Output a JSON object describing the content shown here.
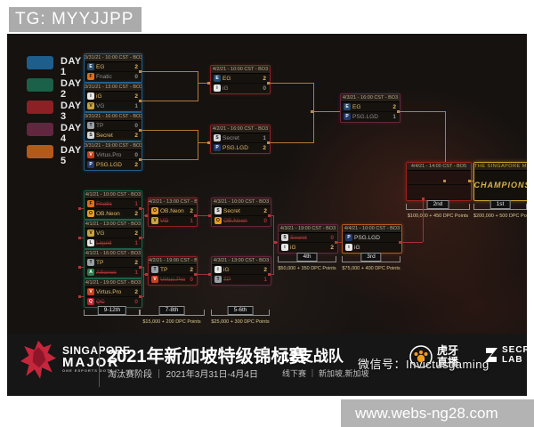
{
  "watermarks": {
    "tg": "TG: MYYJJPP",
    "wechat": "微信号：Invictusgaming",
    "site": "www.webs-ng28.com"
  },
  "legend": {
    "items": [
      {
        "label": "DAY 1",
        "color": "#1e5e8c"
      },
      {
        "label": "DAY 2",
        "color": "#1b6048"
      },
      {
        "label": "DAY 3",
        "color": "#8c2025"
      },
      {
        "label": "DAY 4",
        "color": "#63263f"
      },
      {
        "label": "DAY 5",
        "color": "#b4591c"
      }
    ]
  },
  "teams": {
    "EG": {
      "name": "EG",
      "color": "#274b6d",
      "fg": "#ffffff"
    },
    "Fnatic": {
      "name": "Fnatic",
      "color": "#e07018",
      "fg": "#111111"
    },
    "iG": {
      "name": "iG",
      "color": "#e8e8e8",
      "fg": "#111111"
    },
    "VG": {
      "name": "VG",
      "color": "#caa43c",
      "fg": "#111111"
    },
    "TP": {
      "name": "TP",
      "color": "#9aa0a8",
      "fg": "#111111"
    },
    "Secret": {
      "name": "Secret",
      "color": "#d8d8d8",
      "fg": "#111111"
    },
    "VP": {
      "name": "Virtus.Pro",
      "color": "#c8401e",
      "fg": "#ffffff"
    },
    "LGD": {
      "name": "PSG.LGD",
      "color": "#23396e",
      "fg": "#ffffff"
    },
    "Neon": {
      "name": "OB.Neon",
      "color": "#e89c28",
      "fg": "#111111"
    },
    "Liquid": {
      "name": "Liquid",
      "color": "#e6e6e6",
      "fg": "#111111"
    },
    "Alliance": {
      "name": "Alliance",
      "color": "#2f7d4f",
      "fg": "#ffffff"
    },
    "QC": {
      "name": "QC",
      "color": "#b02a30",
      "fg": "#ffffff"
    }
  },
  "bracket": {
    "matches": {
      "ubqf1": {
        "header": "3/31/21 - 10:00 CST - BO3",
        "teams": [
          {
            "team": "EG",
            "score": "2",
            "state": "w"
          },
          {
            "team": "Fnatic",
            "score": "0",
            "state": "l"
          }
        ]
      },
      "ubqf2": {
        "header": "3/31/21 - 13:00 CST - BO3",
        "teams": [
          {
            "team": "iG",
            "score": "2",
            "state": "w"
          },
          {
            "team": "VG",
            "score": "1",
            "state": "l"
          }
        ]
      },
      "ubqf3": {
        "header": "3/31/21 - 16:00 CST - BO3",
        "teams": [
          {
            "team": "TP",
            "score": "0",
            "state": "l"
          },
          {
            "team": "Secret",
            "score": "2",
            "state": "w"
          }
        ]
      },
      "ubqf4": {
        "header": "3/31/21 - 19:00 CST - BO3",
        "teams": [
          {
            "team": "VP",
            "score": "0",
            "state": "l"
          },
          {
            "team": "LGD",
            "score": "2",
            "state": "w"
          }
        ]
      },
      "ubsf1": {
        "header": "4/2/21 - 10:00 CST - BO3",
        "teams": [
          {
            "team": "EG",
            "score": "2",
            "state": "w"
          },
          {
            "team": "iG",
            "score": "0",
            "state": "l"
          }
        ]
      },
      "ubsf2": {
        "header": "4/2/21 - 16:00 CST - BO3",
        "teams": [
          {
            "team": "Secret",
            "score": "1",
            "state": "l"
          },
          {
            "team": "LGD",
            "score": "2",
            "state": "w"
          }
        ]
      },
      "ubf": {
        "header": "4/3/21 - 16:00 CST - BO3",
        "teams": [
          {
            "team": "EG",
            "score": "2",
            "state": "w"
          },
          {
            "team": "LGD",
            "score": "1",
            "state": "l"
          }
        ]
      },
      "gf": {
        "header": "4/4/21 - 14:00 CST - BO5",
        "teams": []
      },
      "lbr1m1": {
        "header": "4/1/21 - 10:00 CST - BO3",
        "teams": [
          {
            "team": "Fnatic",
            "score": "1",
            "state": "e"
          },
          {
            "team": "Neon",
            "score": "2",
            "state": "w"
          }
        ]
      },
      "lbr1m2": {
        "header": "4/1/21 - 13:00 CST - BO3",
        "teams": [
          {
            "team": "VG",
            "score": "2",
            "state": "w"
          },
          {
            "team": "Liquid",
            "score": "1",
            "state": "e"
          }
        ]
      },
      "lbr1m3": {
        "header": "4/1/21 - 16:00 CST - BO3",
        "teams": [
          {
            "team": "TP",
            "score": "2",
            "state": "w"
          },
          {
            "team": "Alliance",
            "score": "1",
            "state": "e"
          }
        ]
      },
      "lbr1m4": {
        "header": "4/1/21 - 19:00 CST - BO3",
        "teams": [
          {
            "team": "VP",
            "score": "2",
            "state": "w"
          },
          {
            "team": "QC",
            "score": "0",
            "state": "e"
          }
        ]
      },
      "lbr2m1": {
        "header": "4/2/21 - 13:00 CST - BO3",
        "teams": [
          {
            "team": "Neon",
            "score": "2",
            "state": "w"
          },
          {
            "team": "VG",
            "score": "1",
            "state": "e"
          }
        ]
      },
      "lbr2m2": {
        "header": "4/2/21 - 19:00 CST - BO3",
        "teams": [
          {
            "team": "TP",
            "score": "2",
            "state": "w"
          },
          {
            "team": "VP",
            "score": "0",
            "state": "e"
          }
        ]
      },
      "lbr3m1": {
        "header": "4/3/21 - 10:00 CST - BO3",
        "teams": [
          {
            "team": "Secret",
            "score": "2",
            "state": "w"
          },
          {
            "team": "Neon",
            "score": "0",
            "state": "e"
          }
        ]
      },
      "lbr3m2": {
        "header": "4/3/21 - 13:00 CST - BO3",
        "teams": [
          {
            "team": "iG",
            "score": "2",
            "state": "w"
          },
          {
            "team": "TP",
            "score": "1",
            "state": "e"
          }
        ]
      },
      "lbr4": {
        "header": "4/3/21 - 19:00 CST - BO3",
        "teams": [
          {
            "team": "Secret",
            "score": "0",
            "state": "e"
          },
          {
            "team": "iG",
            "score": "2",
            "state": "w"
          }
        ]
      },
      "lbf": {
        "header": "4/4/21 - 10:00 CST - BO3",
        "teams": [
          {
            "team": "LGD",
            "score": "",
            "state": ""
          },
          {
            "team": "iG",
            "score": "",
            "state": ""
          }
        ]
      }
    }
  },
  "champion": {
    "header": "THE SINGAPORE MAJOR",
    "label": "CHAMPIONS"
  },
  "placements": {
    "p9_12": {
      "label": "9-12th",
      "points": ""
    },
    "p7_8": {
      "label": "7-8th",
      "points": "$15,000 + 200 DPC Points"
    },
    "p5_6": {
      "label": "5-6th",
      "points": "$25,000 + 300 DPC Points"
    },
    "p4": {
      "label": "4th",
      "points": "$50,000 + 350 DPC Points"
    },
    "p3": {
      "label": "3rd",
      "points": "$75,000 + 400 DPC Points"
    },
    "p2": {
      "label": "2nd",
      "points": "$100,000 + 450 DPC Points"
    },
    "p1": {
      "label": "1st",
      "points": "$200,000 + 500 DPC Points"
    }
  },
  "banner": {
    "logo_line1": "SINGAPORE",
    "logo_line2": "MAJOR",
    "logo_sub": "ONE ESPORTS DOTA 2",
    "title_cn": "2021年新加坡特级锦标赛",
    "subtitle_cn": "淘汰赛阶段 ｜ 2021年3月31日-4月4日",
    "teams_cn": "12支战队",
    "teams_sub_cn": "线下赛 ｜ 新加坡,新加坡",
    "huya_l1": "虎牙",
    "huya_l2": "直播",
    "seclab_l1": "SECRET",
    "seclab_l2": "LAB"
  }
}
